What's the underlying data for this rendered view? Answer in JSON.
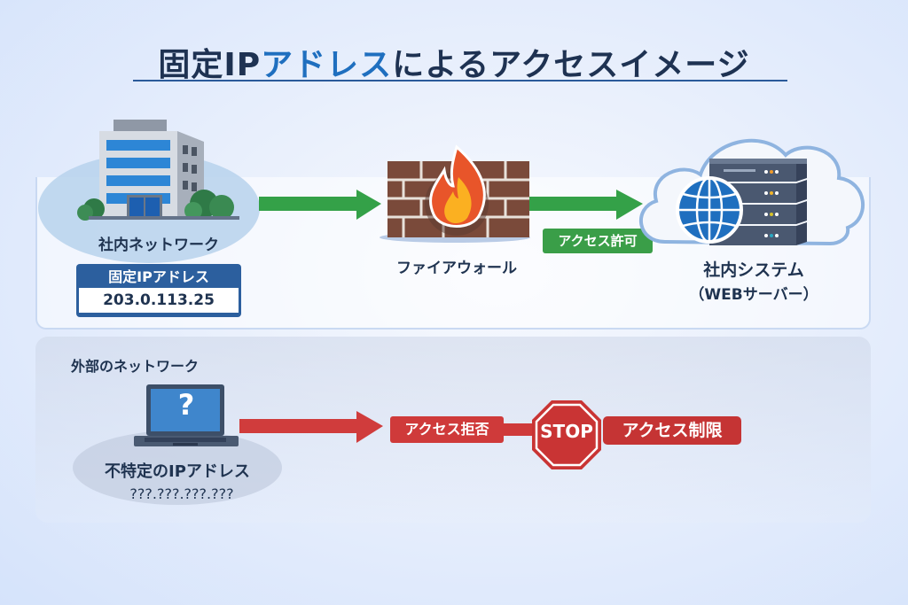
{
  "title": {
    "prefix": "固定IP",
    "accent": "アドレス",
    "suffix": "によるアクセスイメージ"
  },
  "colors": {
    "title_dark": "#1e3252",
    "title_accent": "#1f6fbf",
    "allow_green": "#3a9e48",
    "deny_red": "#cf3a3a",
    "ip_box_blue": "#2c5f9e"
  },
  "internal": {
    "network_label": "社内ネットワーク",
    "ip_label": "固定IPアドレス",
    "ip_value": "203.0.113.25",
    "firewall_label": "ファイアウォール",
    "allow_tag": "アクセス許可",
    "system_label": "社内システム",
    "system_sublabel": "（WEBサーバー）"
  },
  "external": {
    "network_label": "外部のネットワーク",
    "ip_label": "不特定のIPアドレス",
    "ip_value": "???.???.???.???",
    "laptop_glyph": "?",
    "deny_tag": "アクセス拒否",
    "stop_sign": "STOP",
    "restrict_tag": "アクセス制限"
  }
}
